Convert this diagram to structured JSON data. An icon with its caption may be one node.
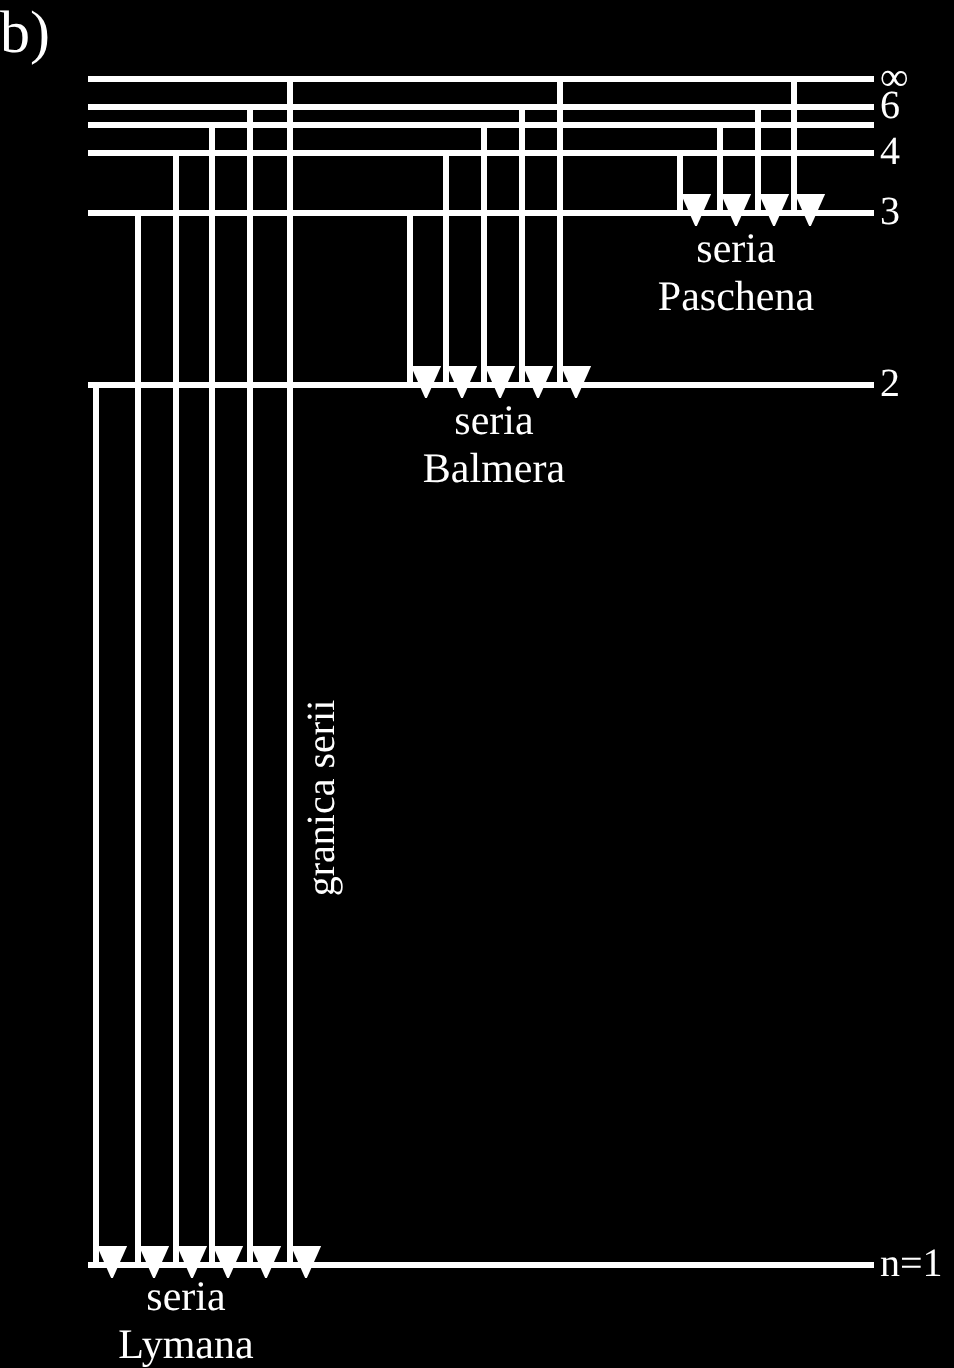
{
  "diagram": {
    "nodes": [
      {
        "text": [],
        "shape": "bar",
        "beside": [
          "∞"
        ]
      },
      {
        "text": [],
        "shape": "bar",
        "beside": [
          "6"
        ]
      },
      {
        "text": [],
        "shape": "bar"
      },
      {
        "text": [],
        "shape": "bar",
        "beside": [
          "4"
        ]
      },
      {
        "text": [],
        "shape": "bar",
        "beside": [
          "3"
        ]
      },
      {
        "text": [],
        "shape": "bar",
        "beside": [
          "2"
        ]
      },
      {
        "text": [],
        "shape": "bar",
        "beside": [
          "n=1"
        ]
      }
    ],
    "edges": [
      {
        "from": 3,
        "to": 4,
        "arrow": "to"
      },
      {
        "from": 2,
        "to": 4,
        "arrow": "to"
      },
      {
        "from": 1,
        "to": 4,
        "arrow": "to"
      },
      {
        "from": 0,
        "to": 4,
        "arrow": "to"
      },
      {
        "from": 4,
        "to": 5,
        "arrow": "to"
      },
      {
        "from": 3,
        "to": 5,
        "arrow": "to"
      },
      {
        "from": 2,
        "to": 5,
        "arrow": "to"
      },
      {
        "from": 1,
        "to": 5,
        "arrow": "to"
      },
      {
        "from": 0,
        "to": 5,
        "arrow": "to"
      },
      {
        "from": 5,
        "to": 6,
        "arrow": "to"
      },
      {
        "from": 4,
        "to": 6,
        "arrow": "to"
      },
      {
        "from": 3,
        "to": 6,
        "arrow": "to"
      },
      {
        "from": 2,
        "to": 6,
        "arrow": "to"
      },
      {
        "from": 1,
        "to": 6,
        "arrow": "to"
      },
      {
        "from": 0,
        "to": 6,
        "arrow": "to"
      }
    ],
    "labels": [
      "b)",
      "seria Paschena",
      "seria Balmera",
      "granica serii",
      "seria Lymana"
    ]
  }
}
